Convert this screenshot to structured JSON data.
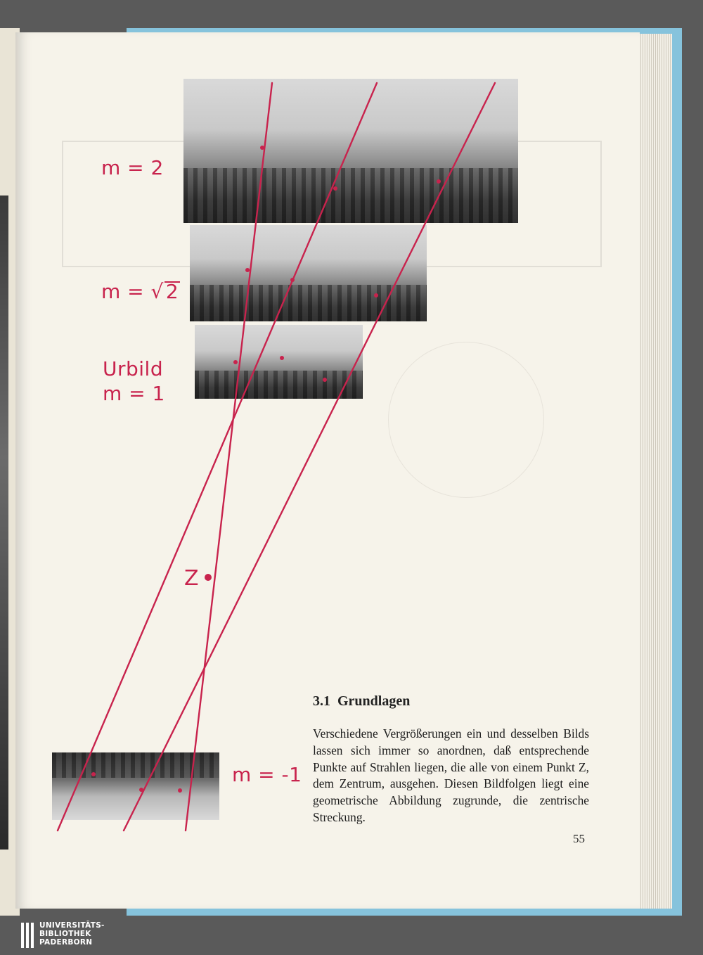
{
  "figure": {
    "labels": {
      "m2": "m = 2",
      "msqrt_prefix": "m = ",
      "msqrt_radicand": "2",
      "urbild_line1": "Urbild",
      "urbild_line2": "m = 1",
      "center": "Z",
      "mneg": "m = -1"
    },
    "ray_color": "#c8234d"
  },
  "section": {
    "number": "3.1",
    "title": "Grundlagen",
    "body": "Verschiedene Vergrößerungen ein und desselben Bilds lassen sich immer so anordnen, daß entsprechende Punkte auf Strahlen liegen, die alle von einem Punkt Z, dem Zentrum, ausgehen. Diesen Bildfolgen liegt eine geometrische Abbildung zugrunde, die zentrische Streckung."
  },
  "page_number": "55",
  "library_logo": {
    "line1": "UNIVERSITÄTS-",
    "line2": "BIBLIOTHEK",
    "line3": "PADERBORN"
  }
}
